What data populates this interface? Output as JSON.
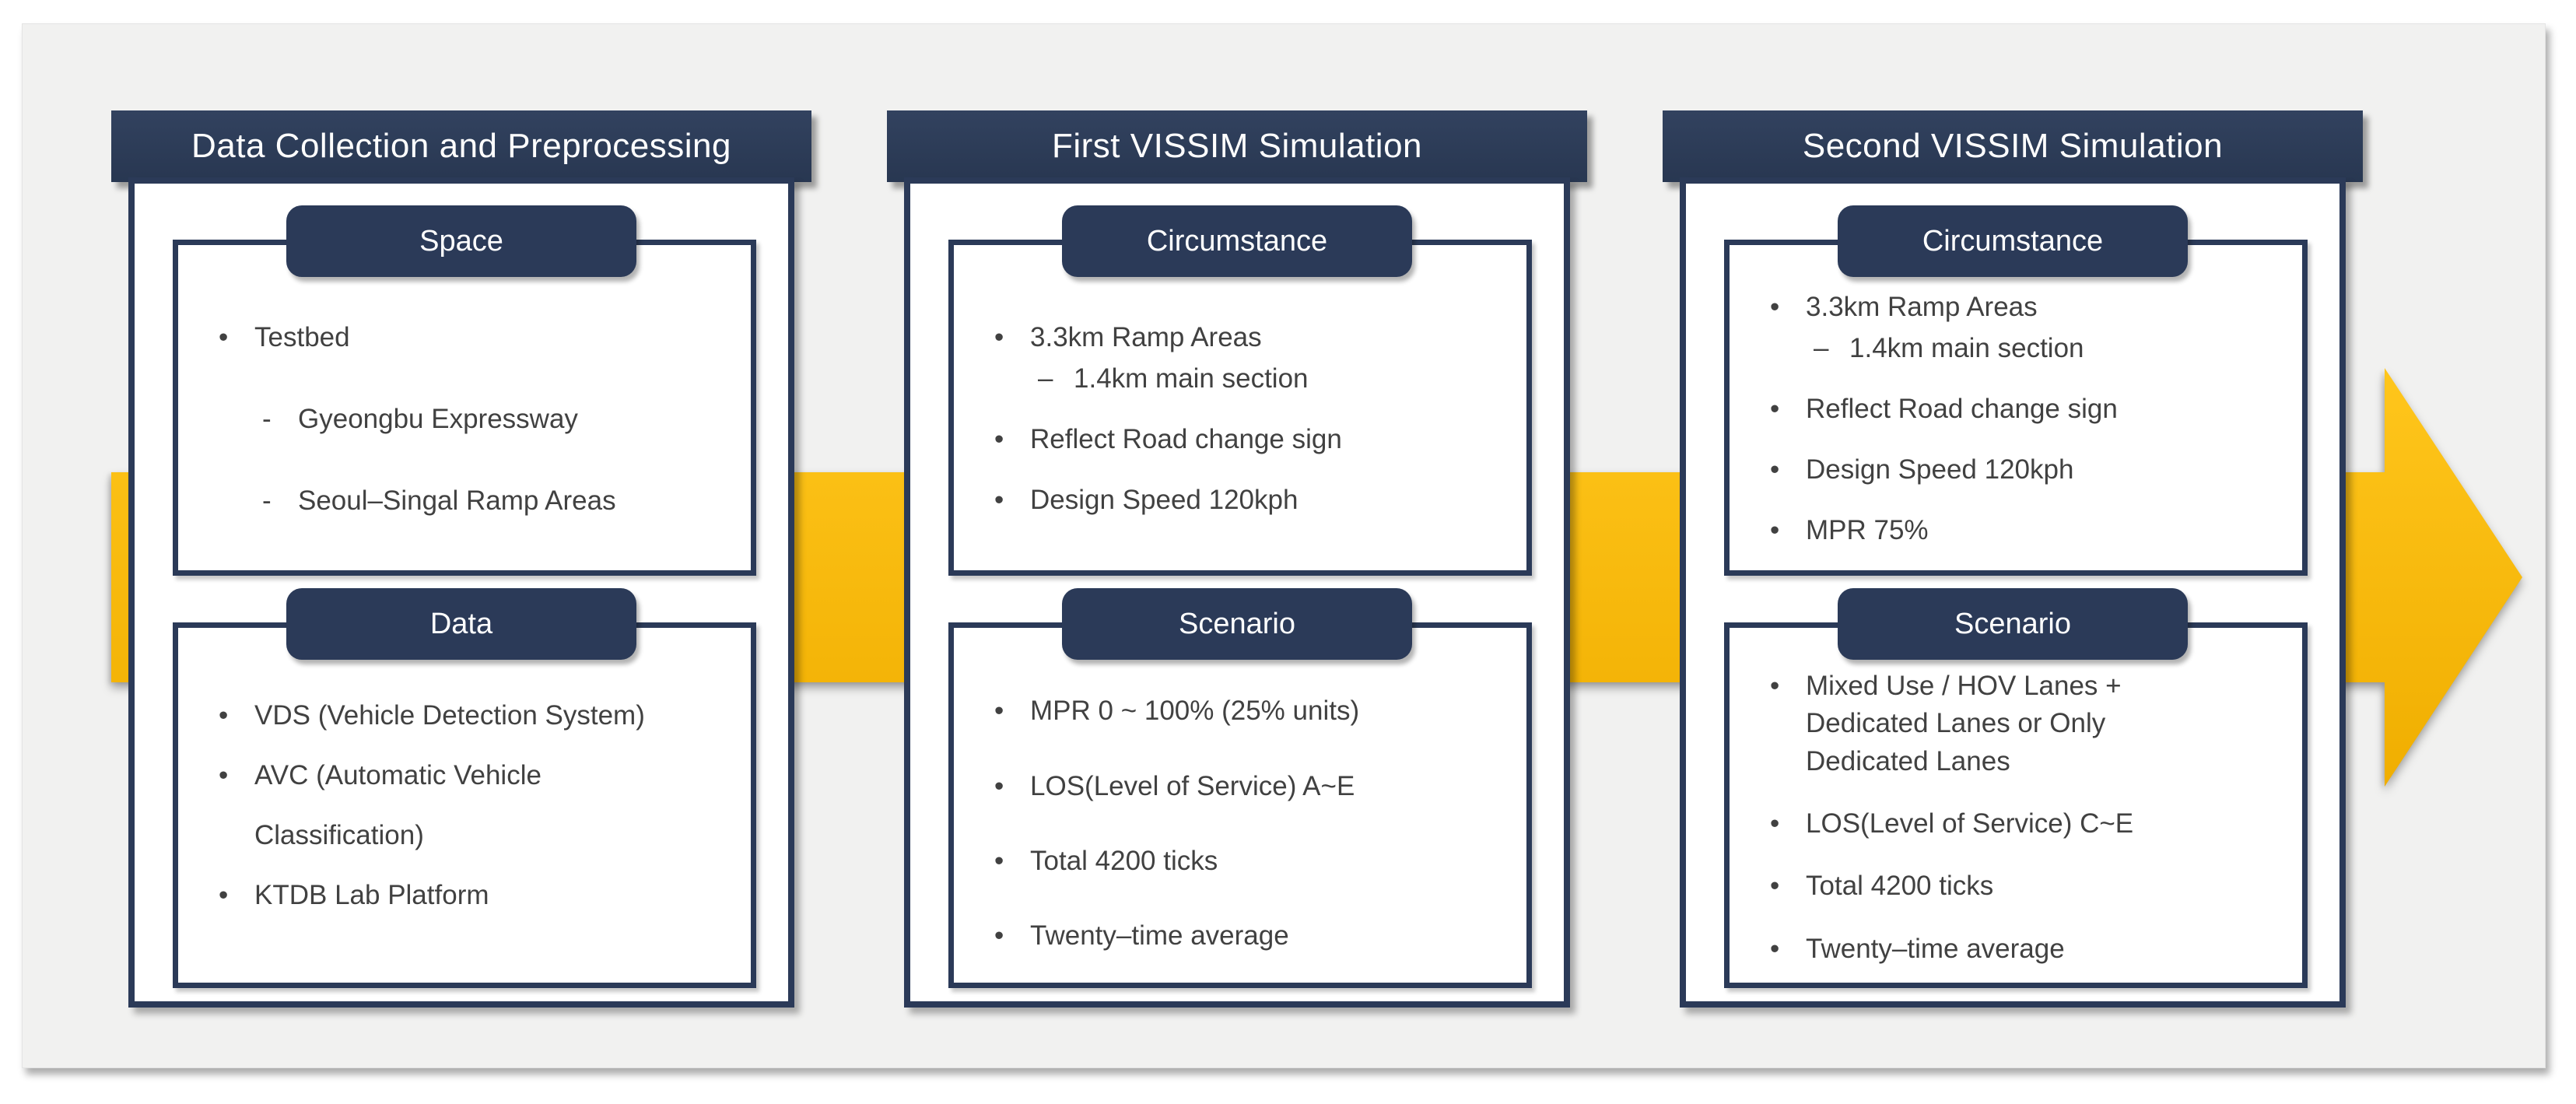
{
  "colors": {
    "navy": "#2b3a58",
    "yellow_top": "#ffc61c",
    "yellow_bottom": "#f0ae00",
    "slide_bg": "#f1f1f0",
    "text": "#414141",
    "white": "#ffffff"
  },
  "arrow": {
    "icon": "right-arrow-icon",
    "direction": "right"
  },
  "panels": [
    {
      "title": "Data Collection and Preprocessing",
      "sections": [
        {
          "label": "Space",
          "items": [
            {
              "marker": "•",
              "text": "Testbed",
              "indent": false
            },
            {
              "marker": "-",
              "text": "Gyeongbu Expressway",
              "indent": true
            },
            {
              "marker": "-",
              "text": "Seoul–Singal Ramp Areas",
              "indent": true
            }
          ]
        },
        {
          "label": "Data",
          "items": [
            {
              "marker": "•",
              "text": "VDS (Vehicle Detection System)",
              "indent": false
            },
            {
              "marker": "•",
              "text": "AVC (Automatic Vehicle\nClassification)",
              "indent": false
            },
            {
              "marker": "•",
              "text": "KTDB Lab Platform",
              "indent": false
            }
          ]
        }
      ]
    },
    {
      "title": "First VISSIM Simulation",
      "sections": [
        {
          "label": "Circumstance",
          "items": [
            {
              "marker": "•",
              "text": "3.3km Ramp Areas",
              "indent": false
            },
            {
              "marker": "–",
              "text": "1.4km main section",
              "indent": true
            },
            {
              "marker": "•",
              "text": "Reflect Road change sign",
              "indent": false
            },
            {
              "marker": "•",
              "text": "Design Speed 120kph",
              "indent": false
            }
          ]
        },
        {
          "label": "Scenario",
          "items": [
            {
              "marker": "•",
              "text": "MPR 0 ~ 100% (25% units)",
              "indent": false
            },
            {
              "marker": "•",
              "text": "LOS(Level of Service) A~E",
              "indent": false
            },
            {
              "marker": "•",
              "text": "Total 4200 ticks",
              "indent": false
            },
            {
              "marker": "•",
              "text": "Twenty–time average",
              "indent": false
            }
          ]
        }
      ]
    },
    {
      "title": "Second VISSIM Simulation",
      "sections": [
        {
          "label": "Circumstance",
          "items": [
            {
              "marker": "•",
              "text": "3.3km Ramp Areas",
              "indent": false
            },
            {
              "marker": "–",
              "text": "1.4km main section",
              "indent": true
            },
            {
              "marker": "•",
              "text": "Reflect Road change sign",
              "indent": false
            },
            {
              "marker": "•",
              "text": "Design Speed 120kph",
              "indent": false
            },
            {
              "marker": "•",
              "text": "MPR 75%",
              "indent": false
            }
          ]
        },
        {
          "label": "Scenario",
          "items": [
            {
              "marker": "•",
              "text": "Mixed Use / HOV Lanes +\nDedicated Lanes or Only\nDedicated Lanes",
              "indent": false
            },
            {
              "marker": "•",
              "text": "LOS(Level of Service) C~E",
              "indent": false
            },
            {
              "marker": "•",
              "text": "Total 4200 ticks",
              "indent": false
            },
            {
              "marker": "•",
              "text": "Twenty–time average",
              "indent": false
            }
          ]
        }
      ]
    }
  ]
}
